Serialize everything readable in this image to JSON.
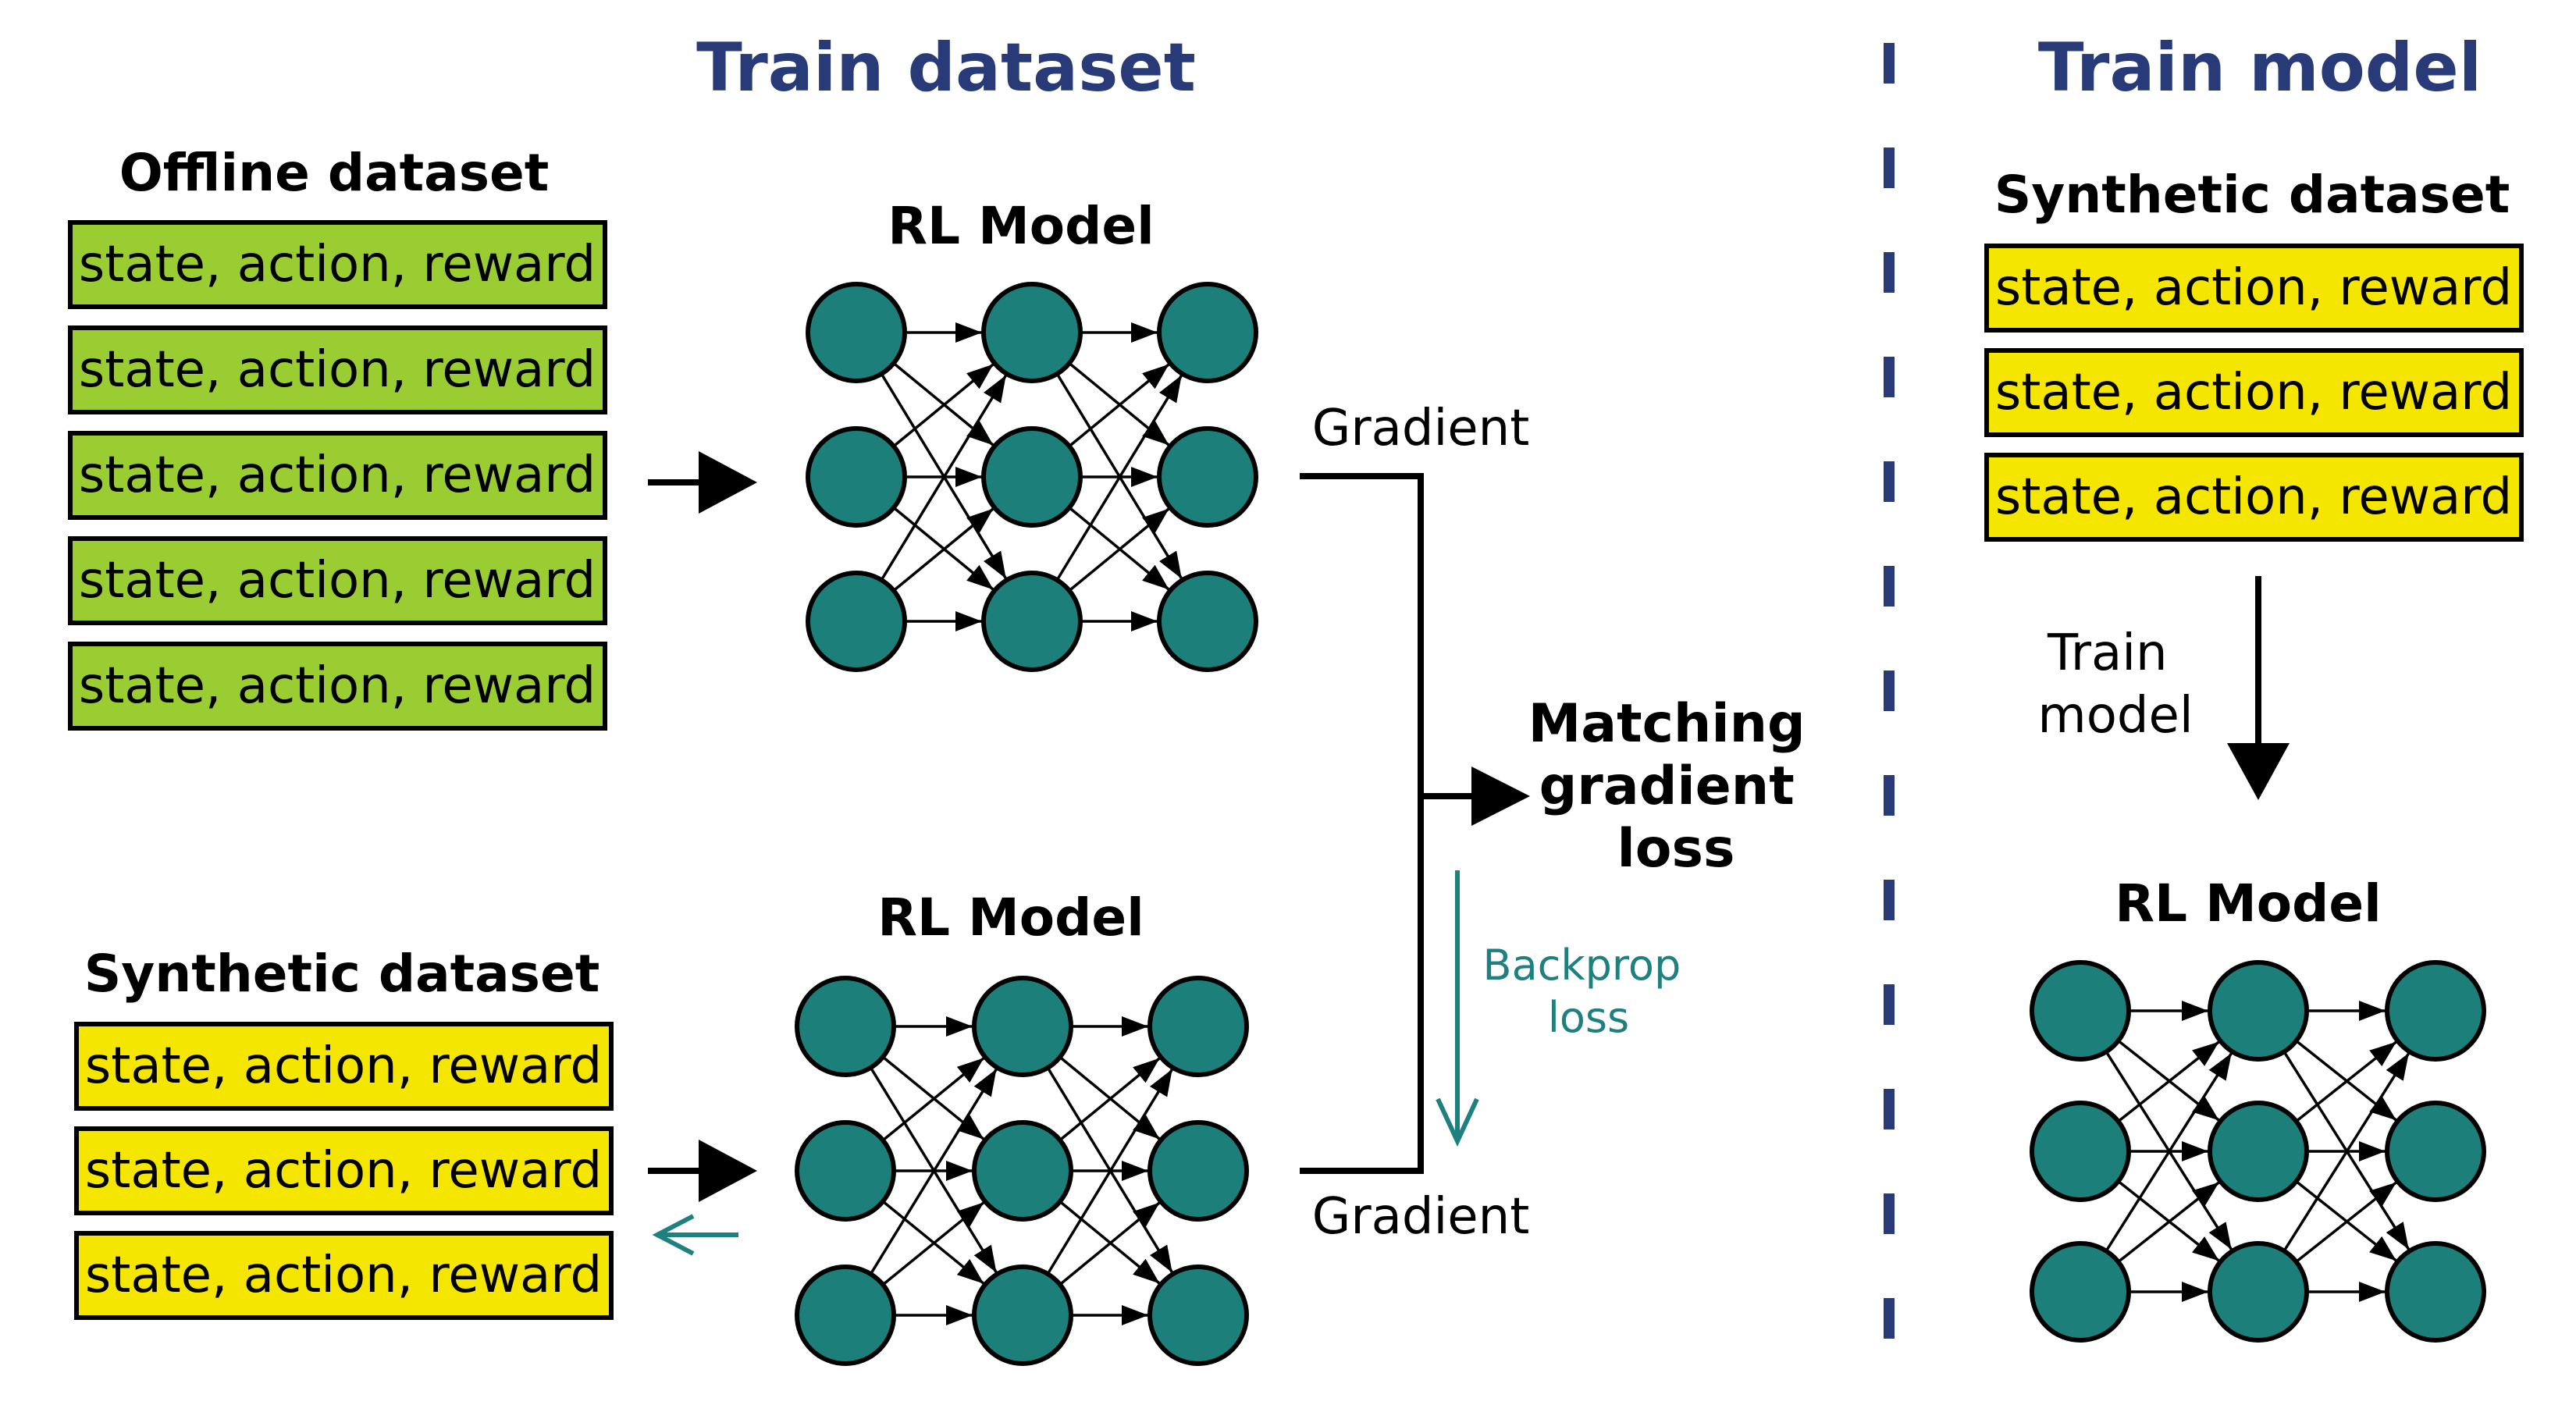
{
  "colors": {
    "section_title": "#283a78",
    "offline_fill": "#9acd32",
    "synthetic_fill": "#f5e600",
    "node_fill": "#1c7f7a",
    "backprop": "#1f8080",
    "divider": "#283a78"
  },
  "train_dataset": {
    "title": "Train dataset",
    "offline": {
      "title": "Offline dataset",
      "rows": [
        "state, action, reward",
        "state, action, reward",
        "state, action, reward",
        "state, action, reward",
        "state, action, reward"
      ]
    },
    "synthetic": {
      "title": "Synthetic dataset",
      "rows": [
        "state, action, reward",
        "state, action, reward",
        "state, action, reward"
      ]
    },
    "model_top_label": "RL Model",
    "model_bottom_label": "RL Model",
    "gradient_top": "Gradient",
    "gradient_bottom": "Gradient",
    "loss_lines": [
      "Matching",
      "gradient",
      "loss"
    ],
    "backprop_lines": [
      "Backprop",
      "loss"
    ]
  },
  "train_model": {
    "title": "Train model",
    "synthetic": {
      "title": "Synthetic dataset",
      "rows": [
        "state, action, reward",
        "state, action, reward",
        "state, action, reward"
      ]
    },
    "train_lines": [
      "Train",
      "model"
    ],
    "model_label": "RL Model"
  }
}
